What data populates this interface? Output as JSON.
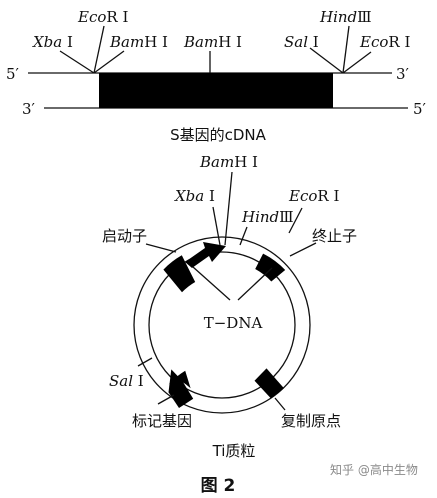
{
  "cdna": {
    "caption": "S基因的cDNA",
    "strand_top_left": "5′",
    "strand_top_right": "3′",
    "strand_bottom_left": "3′",
    "strand_bottom_right": "5′",
    "sites": {
      "ecori_left": {
        "italic": "Eco",
        "plain": "R Ⅰ"
      },
      "xbai": {
        "italic": "Xba",
        "plain": " Ⅰ"
      },
      "bamhi_left": {
        "italic": "Bam",
        "plain": "H Ⅰ"
      },
      "bamhi_mid": {
        "italic": "Bam",
        "plain": "H Ⅰ"
      },
      "sali": {
        "italic": "Sal",
        "plain": " Ⅰ"
      },
      "hindiii": {
        "italic": "Hind",
        "plain": "Ⅲ"
      },
      "ecori_right": {
        "italic": "Eco",
        "plain": "R Ⅰ"
      }
    }
  },
  "plasmid": {
    "caption": "Ti质粒",
    "center_label": "T−DNA",
    "promoter": "启动子",
    "terminator": "终止子",
    "marker_gene": "标记基因",
    "origin": "复制原点",
    "sites": {
      "bamhi": {
        "italic": "Bam",
        "plain": "H Ⅰ"
      },
      "xbai": {
        "italic": "Xba",
        "plain": " Ⅰ"
      },
      "ecori": {
        "italic": "Eco",
        "plain": "R Ⅰ"
      },
      "hindiii": {
        "italic": "Hind",
        "plain": "Ⅲ"
      },
      "sali": {
        "italic": "Sal",
        "plain": " Ⅰ"
      }
    }
  },
  "figure_title": "图 2",
  "watermark": "知乎 @高中生物"
}
